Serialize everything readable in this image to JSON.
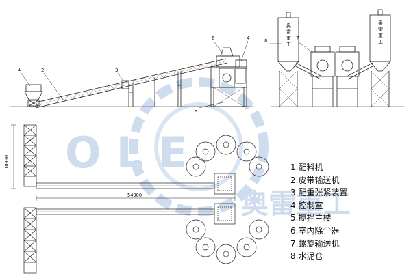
{
  "colors": {
    "line": "#222222",
    "watermark": "#c9d9ec",
    "background": "#ffffff"
  },
  "watermark": {
    "latin": "OLE",
    "chinese": "奥雷重工"
  },
  "dimensions": {
    "length": "54000",
    "width": "10000"
  },
  "silo_label": "奥雷重工",
  "callouts": [
    "1",
    "2",
    "3",
    "4",
    "5",
    "6",
    "7",
    "8"
  ],
  "legend": [
    {
      "text": "1.配料机"
    },
    {
      "text": "2.皮带输送机"
    },
    {
      "text": "3.配重张紧装置"
    },
    {
      "text": "4.控制室"
    },
    {
      "text": "5.搅拌主楼"
    },
    {
      "text": "6.室内除尘器"
    },
    {
      "text": "7.螺旋输送机"
    },
    {
      "text": "8.水泥仓"
    }
  ]
}
